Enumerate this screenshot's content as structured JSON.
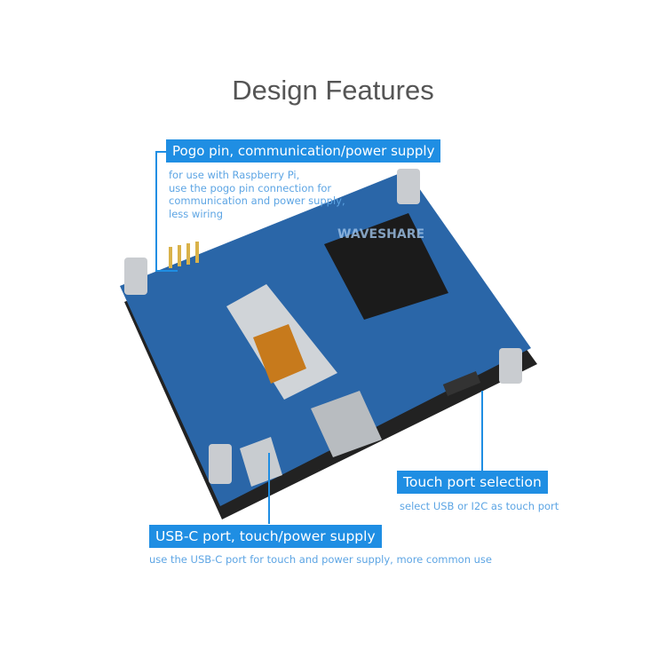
{
  "title": "Design Features",
  "logo_text": "WAVESHARE",
  "accent_color": "#1f8ee3",
  "callouts": [
    {
      "label": "Pogo pin, communication/power supply",
      "desc": [
        "for use with Raspberry Pi,",
        "use the pogo pin connection for",
        "communication and power supply,",
        "less wiring"
      ]
    },
    {
      "label": "Touch port selection",
      "desc": [
        "select USB or I2C as touch port"
      ]
    },
    {
      "label": "USB-C port, touch/power supply",
      "desc": [
        "use the USB-C port for touch and power supply, more common use"
      ]
    }
  ]
}
